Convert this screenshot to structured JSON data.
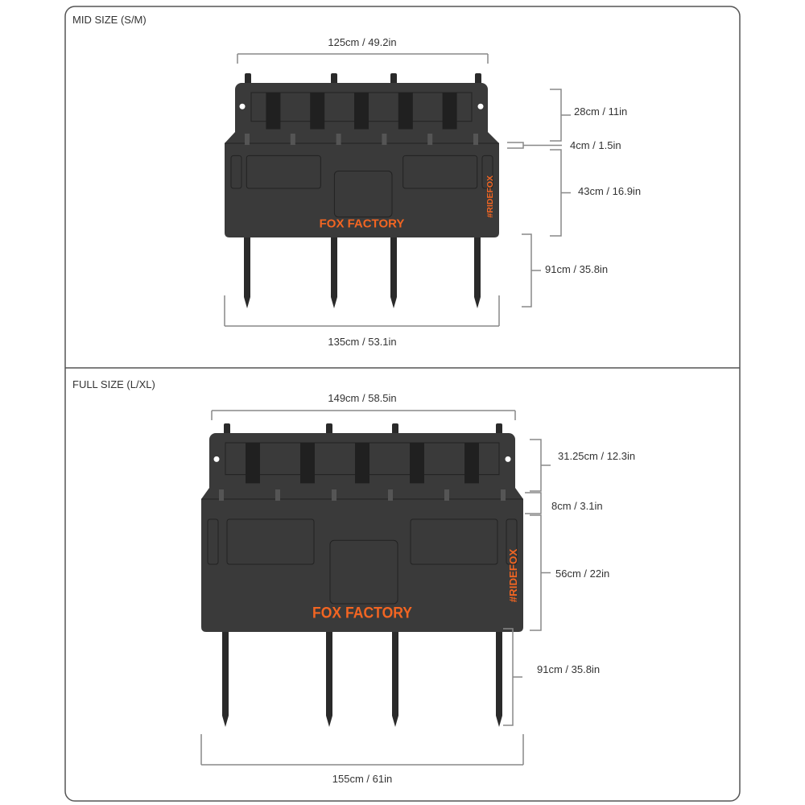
{
  "colors": {
    "pad": "#3a3a3a",
    "pad_dark": "#2a2a2a",
    "brand_orange": "#f26522",
    "dimension_line": "#888888",
    "frame": "#555555"
  },
  "brand": {
    "logo": "FOX FACTORY",
    "hashtag": "#RIDEFOX"
  },
  "sections": [
    {
      "title": "MID SIZE (S/M)",
      "top_width": "125cm /  49.2in",
      "bottom_width": "135cm / 53.1in",
      "upper_height": "28cm / 11in",
      "gap_height": "4cm / 1.5in",
      "body_height": "43cm / 16.9in",
      "leg_length": "91cm / 35.8in"
    },
    {
      "title": "FULL SIZE (L/XL)",
      "top_width": "149cm / 58.5in",
      "bottom_width": "155cm / 61in",
      "upper_height": "31.25cm / 12.3in",
      "gap_height": "8cm / 3.1in",
      "body_height": "56cm / 22in",
      "leg_length": "91cm / 35.8in"
    }
  ]
}
